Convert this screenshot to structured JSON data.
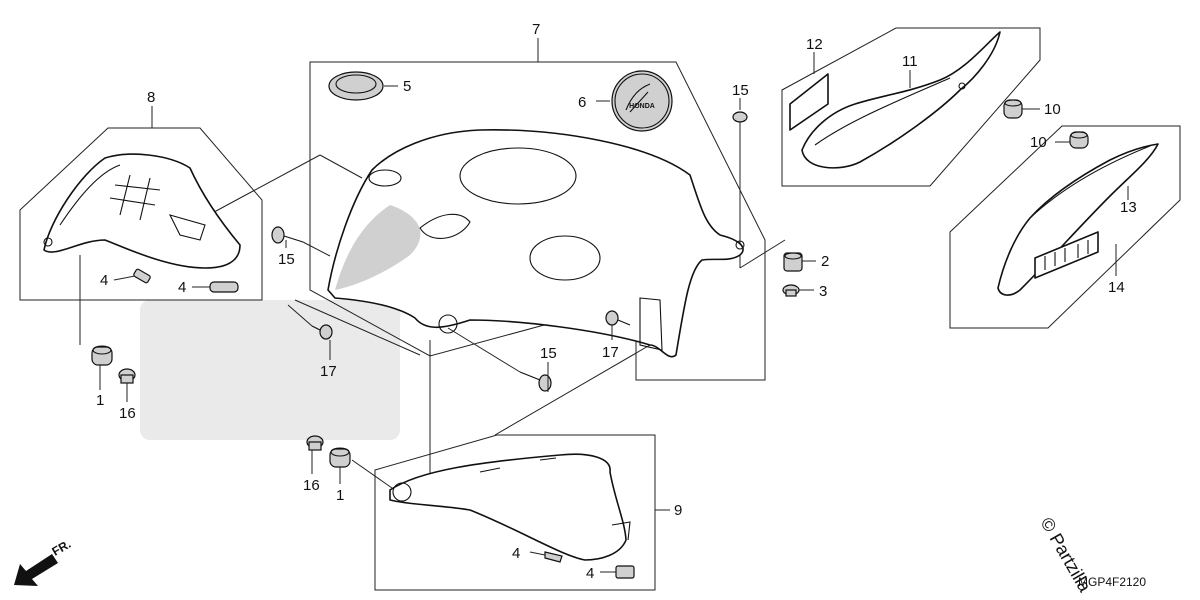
{
  "diagram": {
    "callouts": [
      {
        "id": "c1a",
        "label": "1"
      },
      {
        "id": "c1b",
        "label": "1"
      },
      {
        "id": "c2",
        "label": "2"
      },
      {
        "id": "c3",
        "label": "3"
      },
      {
        "id": "c4a",
        "label": "4"
      },
      {
        "id": "c4b",
        "label": "4"
      },
      {
        "id": "c4c",
        "label": "4"
      },
      {
        "id": "c4d",
        "label": "4"
      },
      {
        "id": "c5",
        "label": "5"
      },
      {
        "id": "c6",
        "label": "6"
      },
      {
        "id": "c7",
        "label": "7"
      },
      {
        "id": "c8",
        "label": "8"
      },
      {
        "id": "c9",
        "label": "9"
      },
      {
        "id": "c10a",
        "label": "10"
      },
      {
        "id": "c10b",
        "label": "10"
      },
      {
        "id": "c11",
        "label": "11"
      },
      {
        "id": "c12",
        "label": "12"
      },
      {
        "id": "c13",
        "label": "13"
      },
      {
        "id": "c14",
        "label": "14"
      },
      {
        "id": "c15a",
        "label": "15"
      },
      {
        "id": "c15b",
        "label": "15"
      },
      {
        "id": "c15c",
        "label": "15"
      },
      {
        "id": "c16a",
        "label": "16"
      },
      {
        "id": "c16b",
        "label": "16"
      },
      {
        "id": "c17a",
        "label": "17"
      },
      {
        "id": "c17b",
        "label": "17"
      }
    ],
    "front_marker": "FR.",
    "drawing_code": "MGP4F2120",
    "copyright": "© Partzilla",
    "emblem_text": "HONDA"
  }
}
